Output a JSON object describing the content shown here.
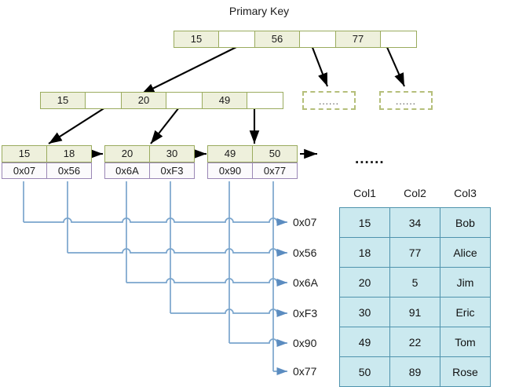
{
  "diagram": {
    "title": "Primary Key",
    "ellipsis_mark": "......",
    "placeholder_text": "......"
  },
  "root_node": {
    "cells": [
      {
        "label": "15",
        "blank": false
      },
      {
        "label": "",
        "blank": true
      },
      {
        "label": "56",
        "blank": false
      },
      {
        "label": "",
        "blank": true
      },
      {
        "label": "77",
        "blank": false
      },
      {
        "label": "",
        "blank": true
      }
    ]
  },
  "internal_node": {
    "cells": [
      {
        "label": "15",
        "blank": false
      },
      {
        "label": "",
        "blank": true
      },
      {
        "label": "20",
        "blank": false
      },
      {
        "label": "",
        "blank": true
      },
      {
        "label": "49",
        "blank": false
      },
      {
        "label": "",
        "blank": true
      }
    ]
  },
  "placeholders": [
    {
      "text": "......"
    },
    {
      "text": "......"
    }
  ],
  "leaves": [
    {
      "keys": [
        "15",
        "18"
      ],
      "pointers": [
        "0x07",
        "0x56"
      ]
    },
    {
      "keys": [
        "20",
        "30"
      ],
      "pointers": [
        "0x6A",
        "0xF3"
      ]
    },
    {
      "keys": [
        "49",
        "50"
      ],
      "pointers": [
        "0x90",
        "0x77"
      ]
    }
  ],
  "pointer_labels": [
    "0x07",
    "0x56",
    "0x6A",
    "0xF3",
    "0x90",
    "0x77"
  ],
  "table": {
    "headers": [
      "Col1",
      "Col2",
      "Col3"
    ],
    "rows": [
      [
        "15",
        "34",
        "Bob"
      ],
      [
        "18",
        "77",
        "Alice"
      ],
      [
        "20",
        "5",
        "Jim"
      ],
      [
        "30",
        "91",
        "Eric"
      ],
      [
        "49",
        "22",
        "Tom"
      ],
      [
        "50",
        "89",
        "Rose"
      ]
    ]
  },
  "colors": {
    "node_fill": "#eef0dc",
    "node_border": "#9aab5e",
    "pointer_border": "#9a87b5",
    "table_fill": "#cbe9ef",
    "table_border": "#4f93ad",
    "wire": "#7aa5cd",
    "arrow": "#000000"
  }
}
